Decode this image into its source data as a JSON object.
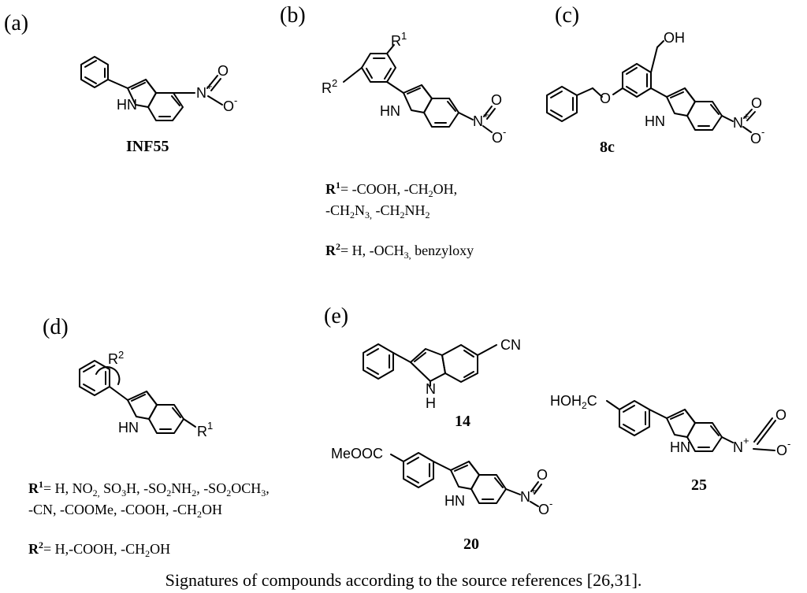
{
  "panels": {
    "a": {
      "label": "(a)",
      "name": "INF55",
      "atoms": {
        "NH": "HN",
        "N": "N",
        "plus": "+",
        "O1": "O",
        "O2": "O",
        "minus": "-"
      }
    },
    "b": {
      "label": "(b)",
      "atoms": {
        "R1": "R",
        "R1_sup": "1",
        "R2": "R",
        "R2_sup": "2",
        "NH": "HN",
        "N": "N",
        "plus": "+",
        "O1": "O",
        "O2": "O",
        "minus": "-"
      },
      "r1": {
        "lead": "R",
        "sup": "1",
        "line1": "= -COOH, -CH",
        "line1_sub": "2",
        "line1_tail": "OH,",
        "line2_a": "-CH",
        "line2_a_sub": "2",
        "line2_b": "N",
        "line2_b_sub": "3,",
        "line2_c": " -CH",
        "line2_c_sub": "2",
        "line2_d": "NH",
        "line2_d_sub": "2"
      },
      "r2": {
        "lead": "R",
        "sup": "2",
        "text": "= H, -OCH",
        "sub": "3,",
        "tail": " benzyloxy"
      }
    },
    "c": {
      "label": "(c)",
      "name": "8c",
      "atoms": {
        "OH": "OH",
        "O": "O",
        "NH": "HN",
        "N": "N",
        "plus": "+",
        "O1": "O",
        "O2": "O",
        "minus": "-"
      }
    },
    "d": {
      "label": "(d)",
      "atoms": {
        "R2": "R",
        "R2_sup": "2",
        "R1": "R",
        "R1_sup": "1",
        "NH": "HN"
      },
      "r1": {
        "lead": "R",
        "sup": "1",
        "l1a": "= H, NO",
        "l1a_sub": "2,",
        "l1b": " SO",
        "l1b_sub": "3",
        "l1c": "H, -SO",
        "l1c_sub": "2",
        "l1d": "NH",
        "l1d_sub": "2",
        "l1e": ", -SO",
        "l1e_sub": "2",
        "l1f": "OCH",
        "l1f_sub": "3",
        "l1g": ",",
        "line2": "-CN, -COOMe, -COOH, -CH",
        "line2_sub": "2",
        "line2_tail": "OH"
      },
      "r2": {
        "lead": "R",
        "sup": "2",
        "text": "= H,-COOH, -CH",
        "sub": "2",
        "tail": "OH"
      }
    },
    "e": {
      "label": "(e)",
      "c14": {
        "name": "14",
        "CN": "CN",
        "N": "N",
        "H": "H"
      },
      "c20": {
        "name": "20",
        "ester": "MeOOC",
        "NH": "HN",
        "N": "N",
        "plus": "+",
        "O1": "O",
        "O2": "O",
        "minus": "-"
      },
      "c25": {
        "name": "25",
        "alc": "HOH",
        "alc_sub": "2",
        "alc_c": "C",
        "NH": "HN",
        "N": "N",
        "plus": "+",
        "O1": "O",
        "O2": "O",
        "minus": "-"
      }
    }
  },
  "caption": "Signatures of compounds according to the source references [26,31]."
}
